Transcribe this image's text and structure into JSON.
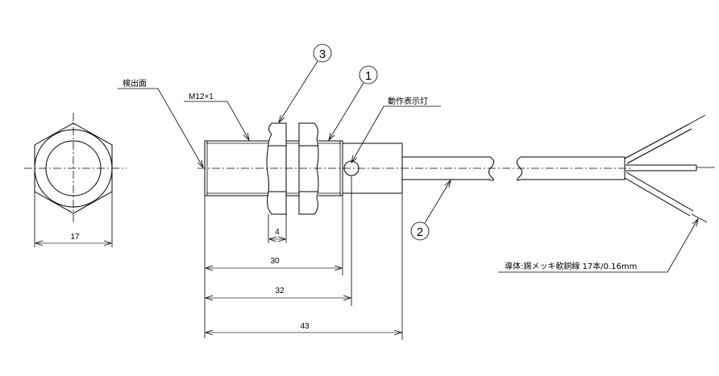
{
  "drawing": {
    "labels": {
      "detection_face": "検出面",
      "thread": "M12×1",
      "indicator": "動作表示灯",
      "conductor": "導体:錫メッキ軟銅線  17本/0.16mm"
    },
    "balloons": [
      {
        "id": "1"
      },
      {
        "id": "2"
      },
      {
        "id": "3"
      }
    ],
    "dimensions": {
      "hex_width": "17",
      "nut_thickness": "4",
      "thread_length": "30",
      "indicator_position": "32",
      "overall_length": "43"
    }
  }
}
